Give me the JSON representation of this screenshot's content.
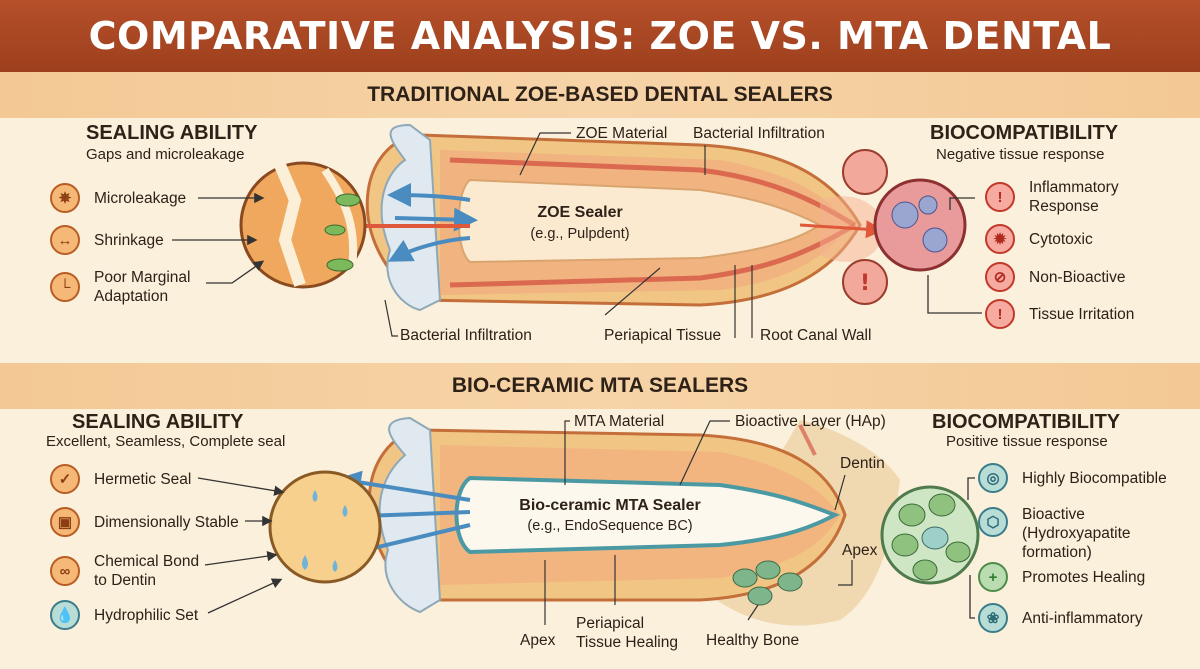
{
  "title": "COMPARATIVE ANALYSIS: ZOE VS. MTA DENTAL SEALERS",
  "zoe": {
    "banner": "TRADITIONAL ZOE-BASED DENTAL SEALERS",
    "sealing": {
      "heading": "SEALING ABILITY",
      "subtitle": "Gaps and microleakage"
    },
    "sealing_items": [
      {
        "label": "Microleakage",
        "icon": "bacteria-icon"
      },
      {
        "label": "Shrinkage",
        "icon": "shrink-arrows-icon"
      },
      {
        "label": "Poor Marginal\nAdaptation",
        "icon": "margin-gap-icon"
      }
    ],
    "callouts": {
      "zoe_material": "ZOE Material",
      "bacterial_top": "Bacterial Infiltration",
      "sealer_name": "ZOE Sealer",
      "sealer_example": "(e.g., Pulpdent)",
      "bacterial_bottom": "Bacterial Infiltration",
      "periapical": "Periapical Tissue",
      "root_canal_wall": "Root Canal Wall"
    },
    "bio": {
      "heading": "BIOCOMPATIBILITY",
      "subtitle": "Negative tissue response"
    },
    "bio_items": [
      {
        "label": "Inflammatory\nResponse",
        "icon": "alert-icon"
      },
      {
        "label": "Cytotoxic",
        "icon": "virus-icon"
      },
      {
        "label": "Non-Bioactive",
        "icon": "no-icon"
      },
      {
        "label": "Tissue Irritation",
        "icon": "alert-icon"
      }
    ]
  },
  "mta": {
    "banner": "BIO-CERAMIC MTA SEALERS",
    "sealing": {
      "heading": "SEALING ABILITY",
      "subtitle": "Excellent, Seamless, Complete seal"
    },
    "sealing_items": [
      {
        "label": "Hermetic Seal",
        "icon": "shield-check-icon"
      },
      {
        "label": "Dimensionally Stable",
        "icon": "stable-box-icon"
      },
      {
        "label": "Chemical Bond\nto Dentin",
        "icon": "chain-link-icon"
      },
      {
        "label": "Hydrophilic Set",
        "icon": "water-drop-icon"
      }
    ],
    "callouts": {
      "mta_material": "MTA Material",
      "bioactive_layer": "Bioactive Layer (HAp)",
      "dentin": "Dentin",
      "sealer_name": "Bio-ceramic MTA Sealer",
      "sealer_example": "(e.g., EndoSequence BC)",
      "apex_right": "Apex",
      "apex_bottom": "Apex",
      "periapical_healing": "Periapical\nTissue Healing",
      "healthy_bone": "Healthy Bone"
    },
    "bio": {
      "heading": "BIOCOMPATIBILITY",
      "subtitle": "Positive tissue response"
    },
    "bio_items": [
      {
        "label": "Highly Biocompatible",
        "icon": "cells-icon"
      },
      {
        "label": "Bioactive\n(Hydroxyapatite\nformation)",
        "icon": "crystal-icon"
      },
      {
        "label": "Promotes Healing",
        "icon": "plus-cross-icon"
      },
      {
        "label": "Anti-inflammatory",
        "icon": "cell-icon"
      }
    ]
  },
  "colors": {
    "title_bar": "#a5451f",
    "banner": "#f4cc9c",
    "negative": "#c0392b",
    "positive": "#3b7d8a",
    "arrow_blue": "#5b9bc8"
  }
}
